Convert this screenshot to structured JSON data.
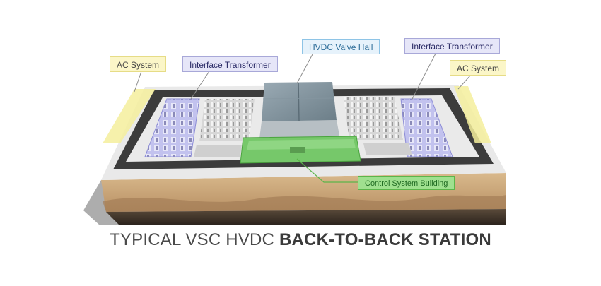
{
  "labels": {
    "ac_left": "AC System",
    "it_left": "Interface Transformer",
    "valve_hall": "HVDC Valve Hall",
    "it_right": "Interface Transformer",
    "ac_right": "AC System",
    "control": "Control System Building"
  },
  "caption": {
    "regular": "TYPICAL VSC HVDC ",
    "bold": "BACK-TO-BACK STATION"
  },
  "colors": {
    "ac_zone": "#f5ee9c",
    "transformer_zone": "#c9c9f2",
    "valve_hall": "#7d8f9a",
    "control_building": "#76c86a",
    "soil": "#c9a57a",
    "ground_shadow": "#8a8a8a"
  },
  "icons": [
    "station-illustration"
  ]
}
